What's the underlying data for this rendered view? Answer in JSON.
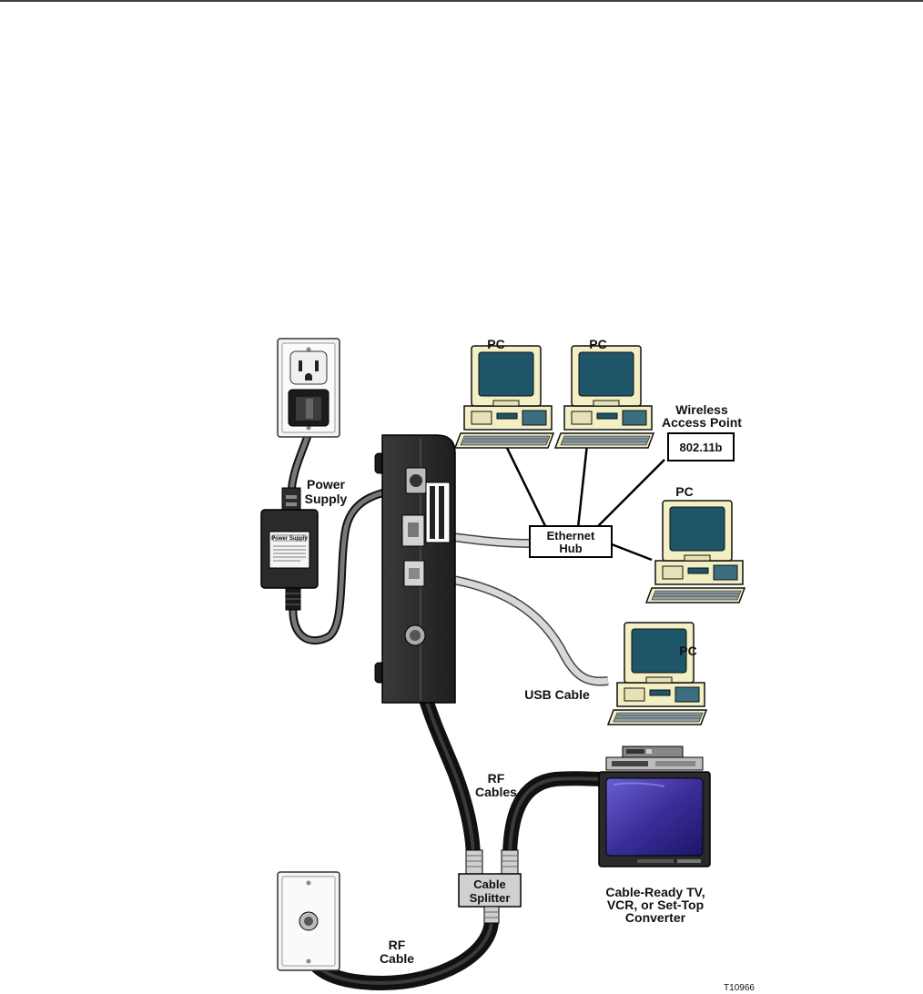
{
  "labels": {
    "power_supply_1": "Power",
    "power_supply_2": "Supply",
    "power_supply_label": "Power Supply",
    "pc": "PC",
    "wireless_1": "Wireless",
    "wireless_2": "Access Point",
    "wireless_std": "802.11b",
    "ethernet_1": "Ethernet",
    "ethernet_2": "Hub",
    "usb_cable": "USB Cable",
    "rf_cables_1": "RF",
    "rf_cables_2": "Cables",
    "cable_splitter_1": "Cable",
    "cable_splitter_2": "Splitter",
    "tv_1": "Cable-Ready TV,",
    "tv_2": "VCR, or Set-Top",
    "tv_3": "Converter",
    "rf_cable_1": "RF",
    "rf_cable_2": "Cable",
    "figure_id": "T10966"
  },
  "colors": {
    "monitor_screen": "#1e5568",
    "pc_body": "#f3efc4",
    "modem_body": "#2b2b2b",
    "tv_screen": "#3a2f9a",
    "splitter": "#d0d0d0"
  }
}
